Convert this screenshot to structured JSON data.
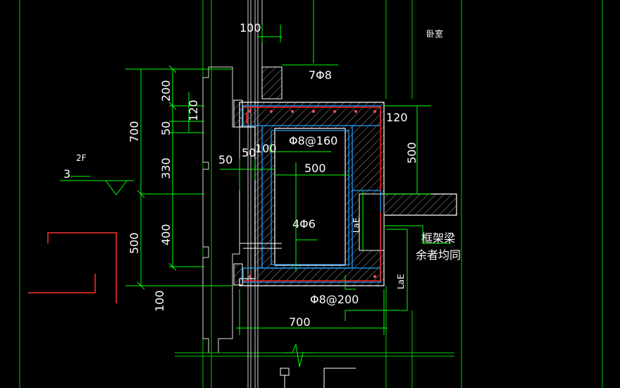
{
  "dimensions": {
    "top_100": "100",
    "d700_left": "700",
    "d500_left": "500",
    "d200": "200",
    "d120_vert": "120",
    "d50_vert": "50",
    "d330": "330",
    "d400": "400",
    "d100_bottom_left": "100",
    "d50_horiz": "50",
    "d50_inner": "50",
    "d100_inner": "100",
    "d500_horiz": "500",
    "d120_right": "120",
    "d500_right": "500",
    "d700_bottom": "700"
  },
  "rebar_labels": {
    "top_bars": "7Φ8",
    "stirrup_upper": "Φ8@160",
    "side_bars": "4Φ6",
    "stirrup_lower": "Φ8@200",
    "lae_inner": "LaE",
    "lae_outer": "LaE"
  },
  "notes": {
    "room": "卧室",
    "floor": "2F",
    "marker": "3",
    "frame_beam": "框架梁",
    "rest_same": "余者均同"
  },
  "colors": {
    "background": "#000000",
    "dimension": "#00ff00",
    "concrete": "#ffffff",
    "rebar": "#ff2020",
    "stirrup": "#20a0ff",
    "accent": "#ff3030"
  }
}
